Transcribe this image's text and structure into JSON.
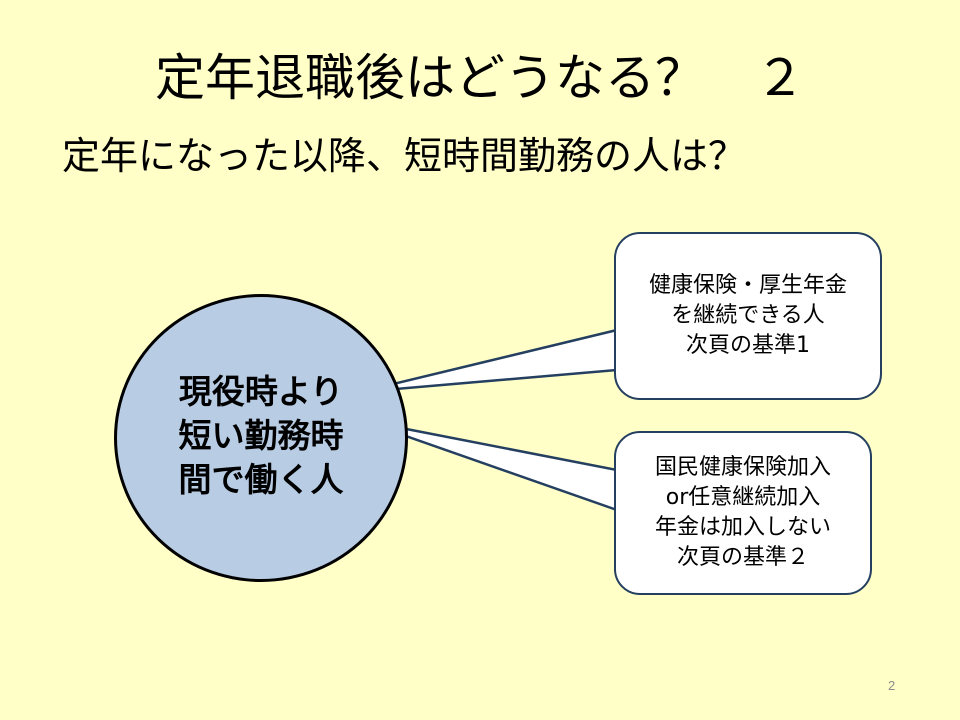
{
  "slide": {
    "title": "定年退職後はどうなる？　２",
    "subtitle": "定年になった以降、短時間勤務の人は？",
    "circle": {
      "text": "現役時より\n短い勤務時\n間で働く人",
      "fill_color": "#b8cce4"
    },
    "callouts": [
      {
        "text": "健康保険・厚生年金\nを継続できる人\n次頁の基準1"
      },
      {
        "text": "国民健康保険加入\nor任意継続加入\n年金は加入しない\n次頁の基準２"
      }
    ],
    "page_number": "2",
    "background_color": "#ffffc7",
    "callout_border_color": "#243f60"
  }
}
